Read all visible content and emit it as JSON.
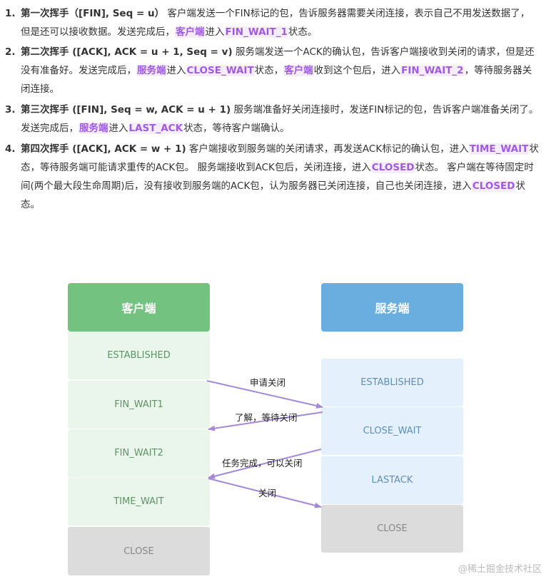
{
  "steps": [
    {
      "num": "1.",
      "title": "第一次挥手（[FIN], Seq = u）",
      "text1": " 客户端发送一个FIN标记的包，告诉服务器需要关闭连接，表示自己不用发送数据了，但是还可以接收数据。发送完成后，",
      "hl1": "客户端",
      "text2": "进入",
      "hl2": "FIN_WAIT_1",
      "text3": "状态。"
    },
    {
      "num": "2.",
      "title": "第二次挥手 ([ACK], ACK = u + 1, Seq = v)",
      "text1": " 服务端发送一个ACK的确认包，告诉客户端接收到关闭的请求，但是还没有准备好。发送完成后，",
      "hl1": "服务端",
      "text2": "进入",
      "hl2": "CLOSE_WAIT",
      "text3": "状态，",
      "hl3": "客户端",
      "text4": "收到这个包后，进入",
      "hl4": "FIN_WAIT_2",
      "text5": "，等待服务器关闭连接。"
    },
    {
      "num": "3.",
      "title": "第三次挥手 ([FIN], Seq = w, ACK = u + 1)",
      "text1": " 服务端准备好关闭连接时，发送FIN标记的包，告诉客户端准备关闭了。发送完成后，",
      "hl1": "服务端",
      "text2": "进入",
      "hl2": "LAST_ACK",
      "text3": "状态，等待客户端确认。"
    },
    {
      "num": "4.",
      "title": "第四次挥手 ([ACK], ACK = w + 1)",
      "text1": " 客户端接收到服务端的关闭请求，再发送ACK标记的确认包，进入",
      "hl1": "TIME_WAIT",
      "text2": "状态，等待服务端可能请求重传的ACK包。 服务端接收到ACK包后，关闭连接，进入",
      "hl2": "CLOSED",
      "text3": "状态。 客户端在等待固定时间(两个最大段生命周期)后，没有接收到服务端的ACK包，认为服务器已关闭连接，自己也关闭连接，进入",
      "hl3": "CLOSED",
      "text4": "状态。"
    }
  ],
  "diagram": {
    "client": {
      "title": "客户端",
      "states": [
        "ESTABLISHED",
        "FIN_WAIT1",
        "FIN_WAIT2",
        "TIME_WAIT",
        "CLOSE"
      ]
    },
    "server": {
      "title": "服务端",
      "states": [
        "ESTABLISHED",
        "CLOSE_WAIT",
        "LASTACK",
        "CLOSE"
      ]
    },
    "arrows": [
      "申请关闭",
      "了解，等待关闭",
      "任务完成，可以关闭",
      "关闭"
    ]
  },
  "watermark": "@稀土掘金技术社区",
  "colors": {
    "highlight": "#a259e6",
    "client_header": "#74c27f",
    "server_header": "#6aaee0",
    "arrow": "#a48ad6"
  }
}
